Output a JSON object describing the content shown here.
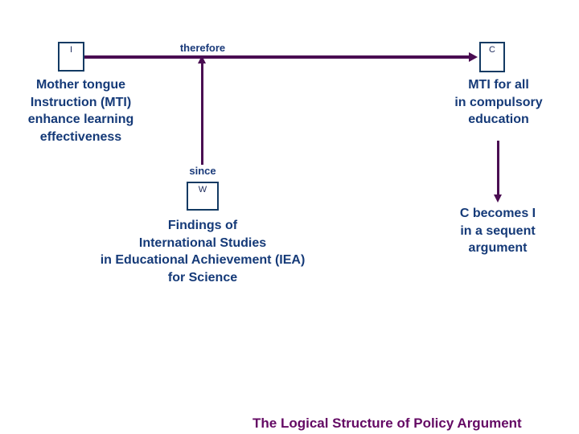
{
  "diagram": {
    "title": "The Logical Structure of Policy Argument",
    "title_color": "#640a64",
    "text_color": "#153a78",
    "connector_color": "#4a0d52",
    "box_border_color": "#133a63",
    "background": "#ffffff",
    "nodes": {
      "information": {
        "symbol": "I",
        "text": "Mother tongue\nInstruction (MTI)\nenhance learning\neffectiveness"
      },
      "claim": {
        "symbol": "C",
        "text": "MTI for all\nin compulsory\neducation"
      },
      "warrant": {
        "symbol": "W",
        "text": "Findings of\nInternational Studies\nin Educational Achievement (IEA)\nfor Science"
      },
      "consequent": {
        "text": "C becomes I\nin a sequent\nargument"
      }
    },
    "connectors": {
      "therefore": "therefore",
      "since": "since"
    }
  }
}
